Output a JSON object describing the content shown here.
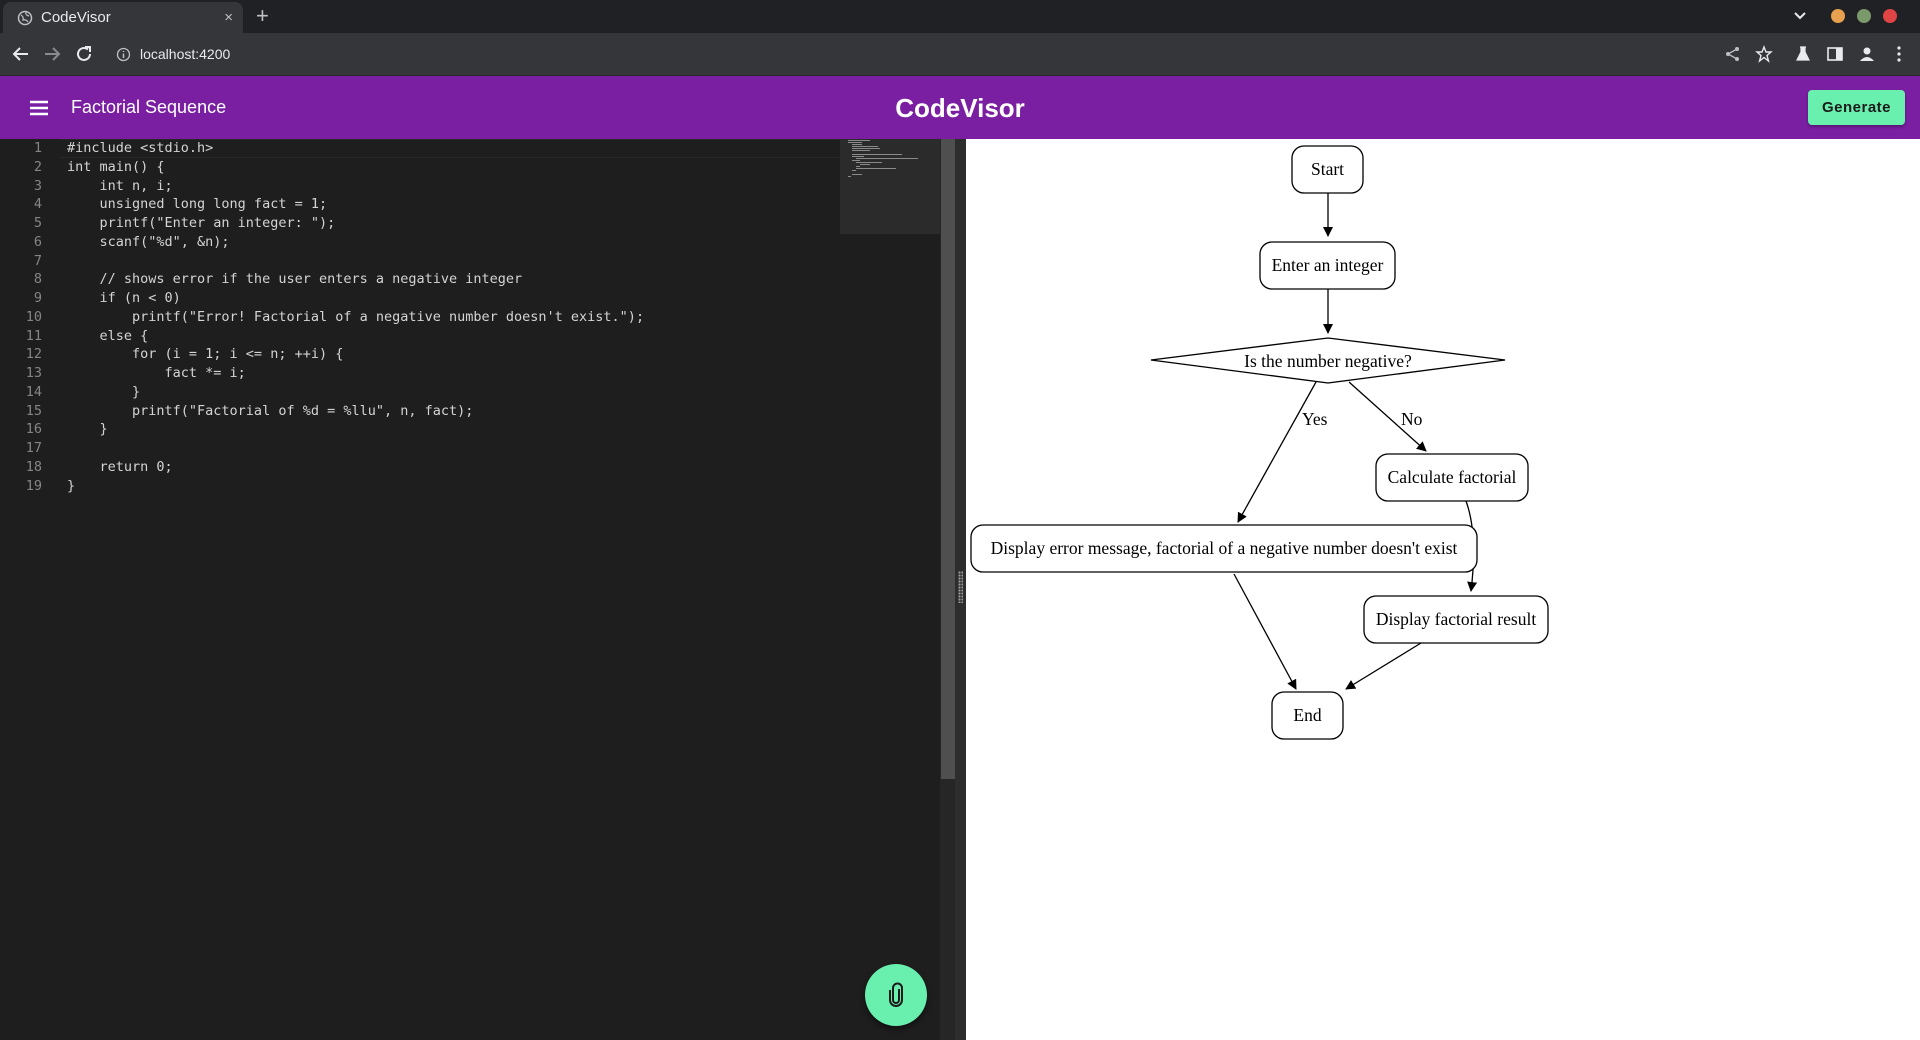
{
  "browser": {
    "tab_title": "CodeVisor",
    "tab_close": "×",
    "new_tab": "+",
    "url": "localhost:4200"
  },
  "app": {
    "document_title": "Factorial Sequence",
    "title": "CodeVisor",
    "generate_label": "Generate",
    "accent_color": "#7b1fa2",
    "action_color": "#69f0ae"
  },
  "editor": {
    "lines": [
      {
        "num": "1",
        "text": "#include <stdio.h>"
      },
      {
        "num": "2",
        "text": "int main() {"
      },
      {
        "num": "3",
        "text": "    int n, i;"
      },
      {
        "num": "4",
        "text": "    unsigned long long fact = 1;"
      },
      {
        "num": "5",
        "text": "    printf(\"Enter an integer: \");"
      },
      {
        "num": "6",
        "text": "    scanf(\"%d\", &n);"
      },
      {
        "num": "7",
        "text": ""
      },
      {
        "num": "8",
        "text": "    // shows error if the user enters a negative integer"
      },
      {
        "num": "9",
        "text": "    if (n < 0)"
      },
      {
        "num": "10",
        "text": "        printf(\"Error! Factorial of a negative number doesn't exist.\");"
      },
      {
        "num": "11",
        "text": "    else {"
      },
      {
        "num": "12",
        "text": "        for (i = 1; i <= n; ++i) {"
      },
      {
        "num": "13",
        "text": "            fact *= i;"
      },
      {
        "num": "14",
        "text": "        }"
      },
      {
        "num": "15",
        "text": "        printf(\"Factorial of %d = %llu\", n, fact);"
      },
      {
        "num": "16",
        "text": "    }"
      },
      {
        "num": "17",
        "text": ""
      },
      {
        "num": "18",
        "text": "    return 0;"
      },
      {
        "num": "19",
        "text": "}"
      }
    ]
  },
  "flowchart": {
    "nodes": {
      "start": "Start",
      "input": "Enter an integer",
      "decision": "Is the number negative?",
      "calc": "Calculate factorial",
      "error": "Display error message, factorial of a negative number doesn't exist",
      "result": "Display factorial result",
      "end": "End"
    },
    "edges": {
      "yes": "Yes",
      "no": "No"
    }
  }
}
